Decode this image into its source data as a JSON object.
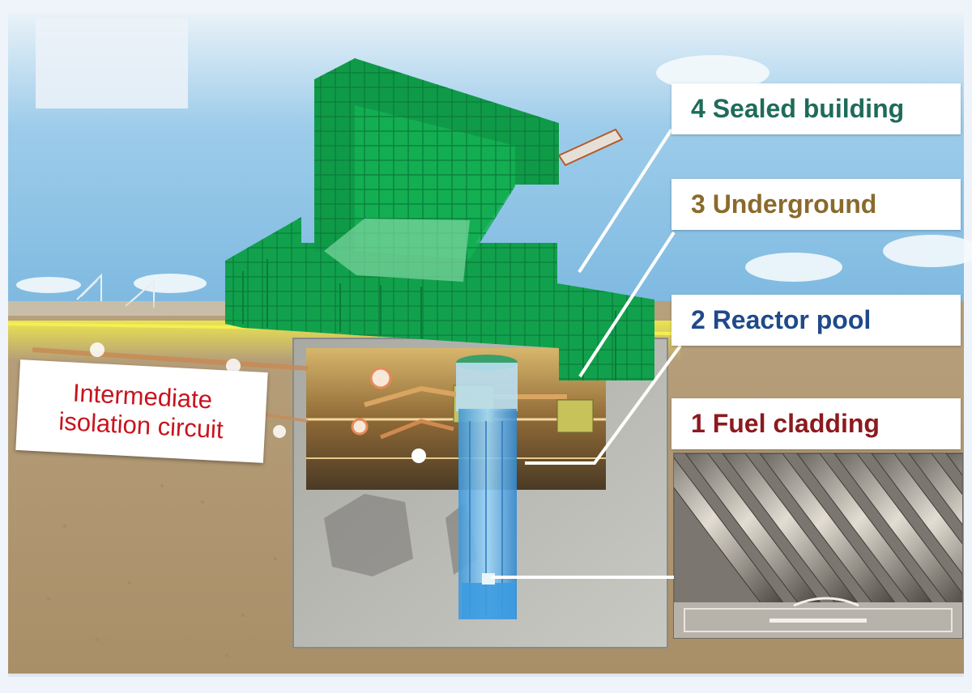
{
  "labels": {
    "sealed_building": "4 Sealed building",
    "underground": "3 Underground",
    "reactor_pool": "2 Reactor pool",
    "fuel_cladding": "1 Fuel cladding"
  },
  "isolation_circuit": {
    "line1": "Intermediate",
    "line2": "isolation circuit"
  },
  "colors": {
    "sealed_building": "#1f6b5a",
    "underground": "#8a6a2c",
    "reactor_pool": "#1f4a8a",
    "fuel_cladding": "#8c1a1e",
    "isolation_circuit": "#c8141e",
    "building_green": "#0f9a48",
    "soil": "#b9a07c",
    "sky": "#8fc4e6"
  }
}
